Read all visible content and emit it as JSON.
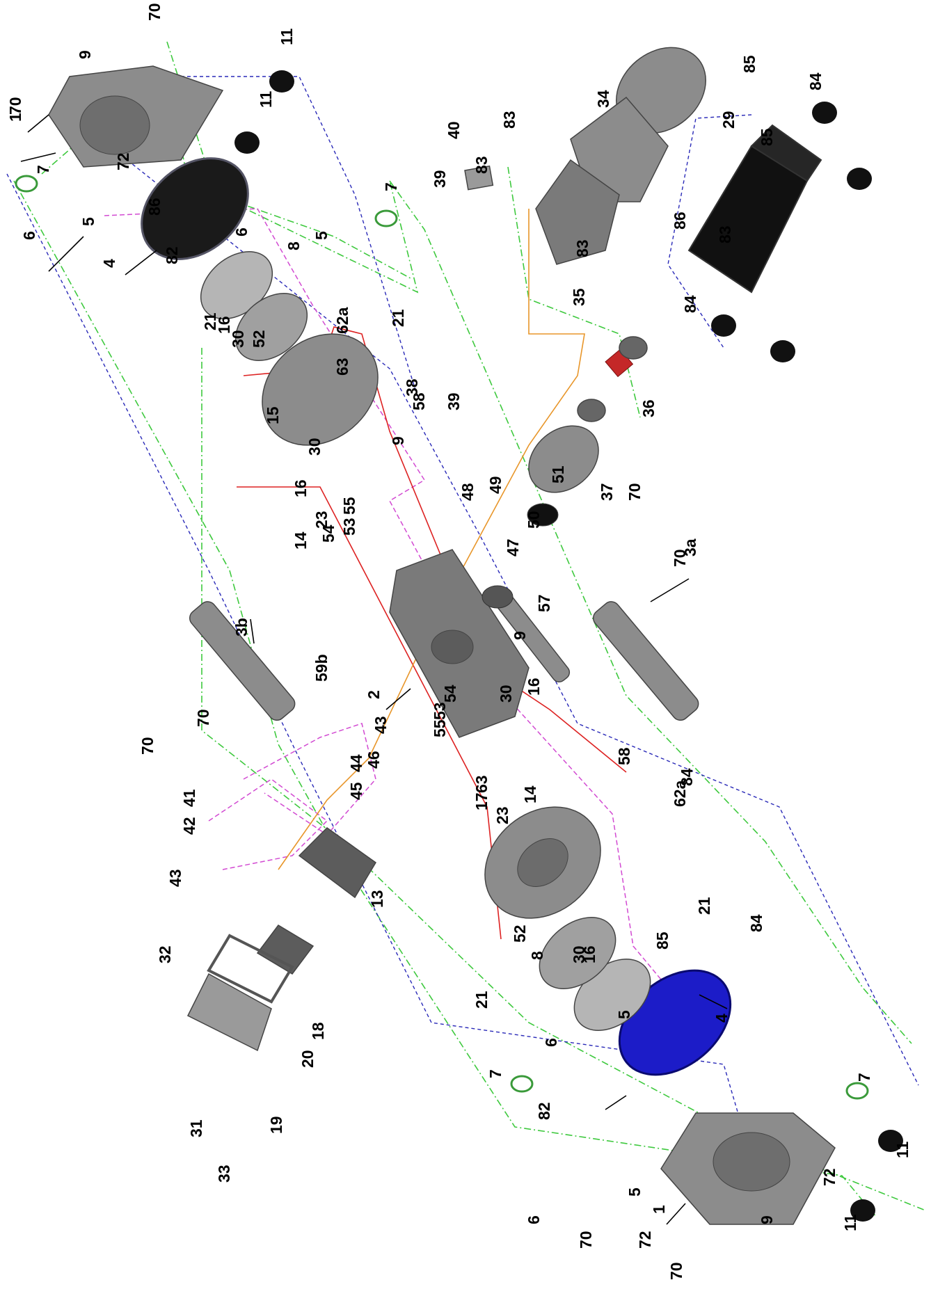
{
  "diagram": {
    "labels": [
      "1",
      "1",
      "2",
      "3a",
      "3b",
      "4",
      "4",
      "5",
      "5",
      "5",
      "5",
      "6",
      "6",
      "6",
      "6",
      "7",
      "7",
      "7",
      "7",
      "8",
      "8",
      "9",
      "9",
      "9",
      "9",
      "11",
      "11",
      "11",
      "11",
      "13",
      "14",
      "14",
      "15",
      "16",
      "16",
      "16",
      "16",
      "17",
      "18",
      "19",
      "20",
      "21",
      "21",
      "21",
      "21",
      "23",
      "23",
      "29",
      "30",
      "30",
      "30",
      "30",
      "31",
      "32",
      "33",
      "34",
      "35",
      "36",
      "37",
      "38",
      "39",
      "39",
      "40",
      "41",
      "42",
      "43",
      "43",
      "44",
      "45",
      "46",
      "47",
      "48",
      "49",
      "50",
      "51",
      "52",
      "52",
      "53",
      "53",
      "54",
      "54",
      "55",
      "55",
      "57",
      "58",
      "58",
      "59b",
      "62a",
      "62a",
      "63",
      "63",
      "70",
      "70",
      "70",
      "70",
      "70",
      "70",
      "70",
      "70",
      "72",
      "72",
      "72",
      "82",
      "82",
      "83",
      "83",
      "83",
      "83",
      "84",
      "84",
      "84",
      "84",
      "85",
      "85",
      "85",
      "86",
      "86"
    ],
    "colors": {
      "part_gray": "#8c8c8c",
      "part_dark": "#2b2b2b",
      "cover_blue": "#1c1cc8",
      "line_green": "#3ec93e",
      "line_blue": "#2a2ab8",
      "line_magenta": "#d24ad2",
      "line_red": "#d22222",
      "line_orange": "#e8962a",
      "coupling_red": "#c42828"
    }
  }
}
